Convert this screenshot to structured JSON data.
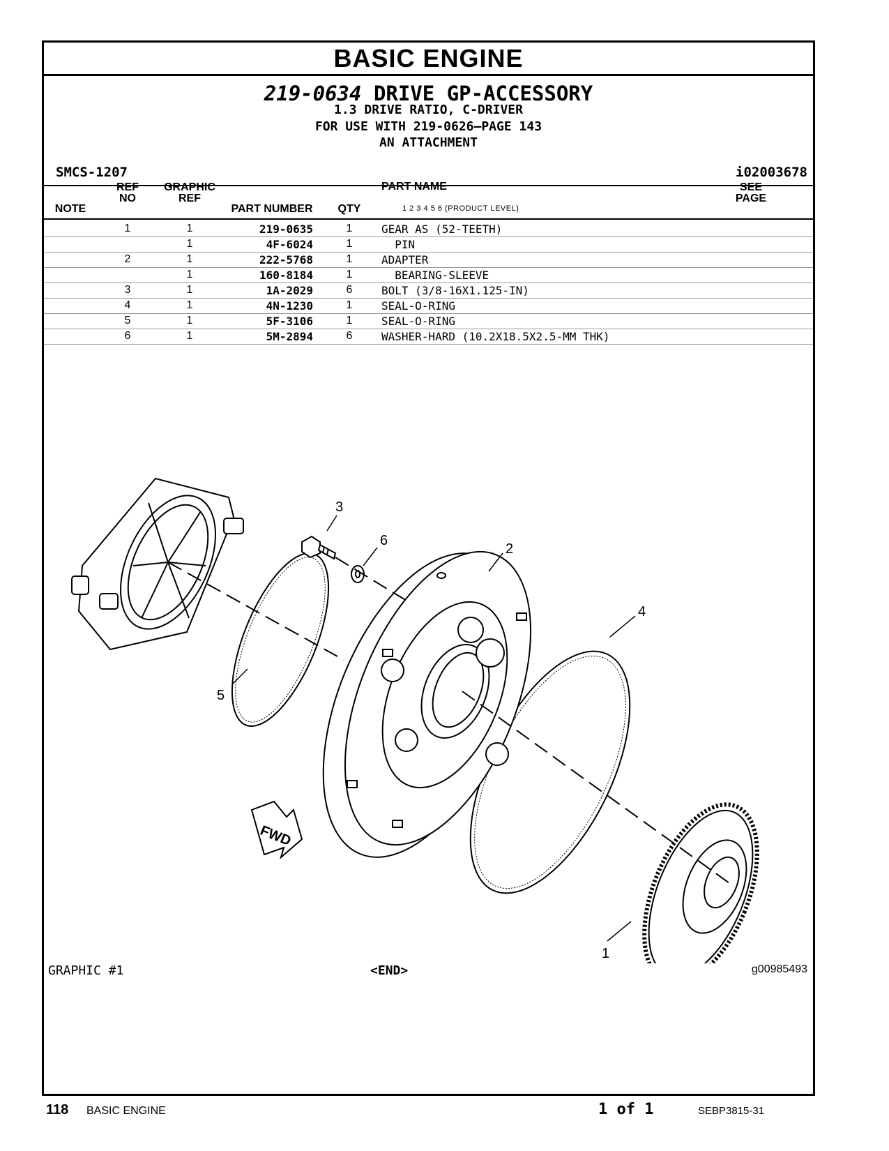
{
  "header": {
    "title": "BASIC  ENGINE"
  },
  "group": {
    "part_number": "219-0634",
    "name": "DRIVE GP-ACCESSORY",
    "line1": "1.3 DRIVE RATIO, C-DRIVER",
    "line2": "FOR USE WITH 219-0626—PAGE 143",
    "line3": "AN ATTACHMENT"
  },
  "smcs": "SMCS-1207",
  "ident": "i02003678",
  "columns": {
    "note": "NOTE",
    "ref_no_1": "REF",
    "ref_no_2": "NO",
    "graphic_ref_1": "GRAPHIC",
    "graphic_ref_2": "REF",
    "part_number": "PART NUMBER",
    "qty": "QTY",
    "part_name": "PART NAME",
    "product_level": "1   2   3   4   5   6   (PRODUCT LEVEL)",
    "see_page_1": "SEE",
    "see_page_2": "PAGE"
  },
  "parts": [
    {
      "ref": "1",
      "gref": "1",
      "pn": "219-0635",
      "qty": "1",
      "name": "GEAR AS (52-TEETH)"
    },
    {
      "ref": "",
      "gref": "1",
      "pn": "4F-6024",
      "qty": "1",
      "name": "  PIN"
    },
    {
      "ref": "2",
      "gref": "1",
      "pn": "222-5768",
      "qty": "1",
      "name": "ADAPTER"
    },
    {
      "ref": "",
      "gref": "1",
      "pn": "160-8184",
      "qty": "1",
      "name": "  BEARING-SLEEVE"
    },
    {
      "ref": "3",
      "gref": "1",
      "pn": "1A-2029",
      "qty": "6",
      "name": "BOLT (3/8-16X1.125-IN)"
    },
    {
      "ref": "4",
      "gref": "1",
      "pn": "4N-1230",
      "qty": "1",
      "name": "SEAL-O-RING"
    },
    {
      "ref": "5",
      "gref": "1",
      "pn": "5F-3106",
      "qty": "1",
      "name": "SEAL-O-RING"
    },
    {
      "ref": "6",
      "gref": "1",
      "pn": "5M-2894",
      "qty": "6",
      "name": "WASHER-HARD (10.2X18.5X2.5-MM THK)"
    }
  ],
  "callouts": [
    "1",
    "2",
    "3",
    "4",
    "5",
    "6"
  ],
  "fwd_label": "FWD",
  "graphic_label": "GRAPHIC #1",
  "end_label": "<END>",
  "graphic_id": "g00985493",
  "footer": {
    "page": "118",
    "section": "BASIC ENGINE",
    "count": "1 of 1",
    "doc": "SEBP3815-31"
  }
}
